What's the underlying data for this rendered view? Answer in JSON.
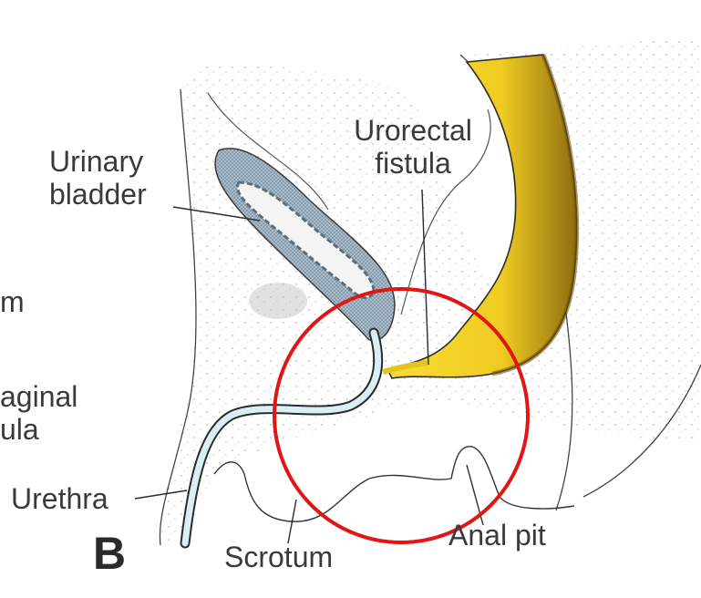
{
  "figure": {
    "panel_letter": "B",
    "labels": {
      "urinary_bladder": [
        "Urinary",
        "bladder"
      ],
      "urorectal_fistula": [
        "Urorectal",
        "fistula"
      ],
      "cut_m": "m",
      "cut_vaginal": [
        "aginal",
        "ula"
      ],
      "urethra": "Urethra",
      "scrotum": "Scrotum",
      "anal_pit": "Anal pit"
    },
    "colors": {
      "bladder": "#9fb4c4",
      "rectum": "#f3d22a",
      "rectum_shadow": "#b58d12",
      "urethra": "#d9eef5",
      "highlight_circle": "#e01515",
      "outline": "#2b2b2b"
    }
  }
}
